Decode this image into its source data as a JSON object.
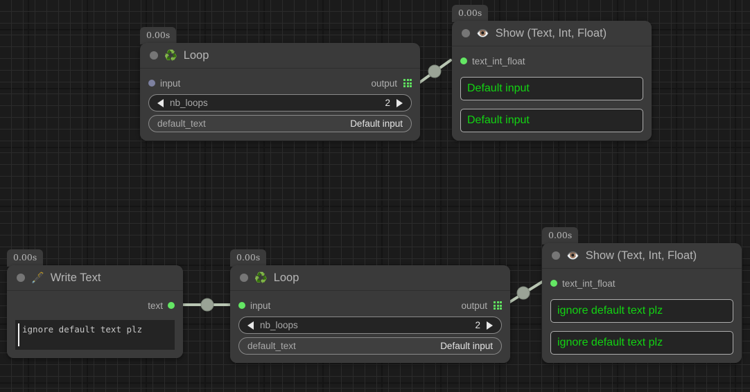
{
  "canvas": {
    "background_color": "#1b1b1b",
    "grid_color": "#2b2b2b",
    "grid_major_color": "#141414",
    "accent_green": "#64e764",
    "value_green": "#12d412",
    "edge_color": "#b9c6b3"
  },
  "nodes": [
    {
      "id": "loop-top",
      "time_badge": "0.00s",
      "icon": "recycle-icon",
      "icon_glyph": "♻️",
      "title": "Loop",
      "ports": {
        "input_label": "input",
        "input_dot_color": "lav",
        "output_label": "output"
      },
      "fields": [
        {
          "name": "nb_loops",
          "value": "2",
          "kind": "stepper"
        },
        {
          "name": "default_text",
          "value": "Default input",
          "kind": "text"
        }
      ]
    },
    {
      "id": "show-top",
      "time_badge": "0.00s",
      "icon": "eye-icon",
      "icon_glyph": "👁️",
      "title": "Show (Text, Int, Float)",
      "ports": {
        "input_label": "text_int_float",
        "input_dot_color": "green"
      },
      "values": [
        "Default input",
        "Default input"
      ]
    },
    {
      "id": "write-text",
      "time_badge": "0.00s",
      "icon": "pen-icon",
      "icon_glyph": "🖋️",
      "title": "Write Text",
      "ports": {
        "output_label": "text",
        "output_dot_color": "green"
      },
      "editor_text": "ignore default text plz"
    },
    {
      "id": "loop-bottom",
      "time_badge": "0.00s",
      "icon": "recycle-icon",
      "icon_glyph": "♻️",
      "title": "Loop",
      "ports": {
        "input_label": "input",
        "input_dot_color": "green",
        "output_label": "output"
      },
      "fields": [
        {
          "name": "nb_loops",
          "value": "2",
          "kind": "stepper"
        },
        {
          "name": "default_text",
          "value": "Default input",
          "kind": "text"
        }
      ]
    },
    {
      "id": "show-bottom",
      "time_badge": "0.00s",
      "icon": "eye-icon",
      "icon_glyph": "👁️",
      "title": "Show (Text, Int, Float)",
      "ports": {
        "input_label": "text_int_float",
        "input_dot_color": "green"
      },
      "values": [
        "ignore default text plz",
        "ignore default text plz"
      ]
    }
  ],
  "edges": [
    {
      "id": "edge-loop-top-to-show-top",
      "from": "loop-top.output",
      "to": "show-top.text_int_float"
    },
    {
      "id": "edge-write-text-to-loop-bottom",
      "from": "write-text.text",
      "to": "loop-bottom.input"
    },
    {
      "id": "edge-loop-bottom-to-show-bottom",
      "from": "loop-bottom.output",
      "to": "show-bottom.text_int_float"
    }
  ]
}
